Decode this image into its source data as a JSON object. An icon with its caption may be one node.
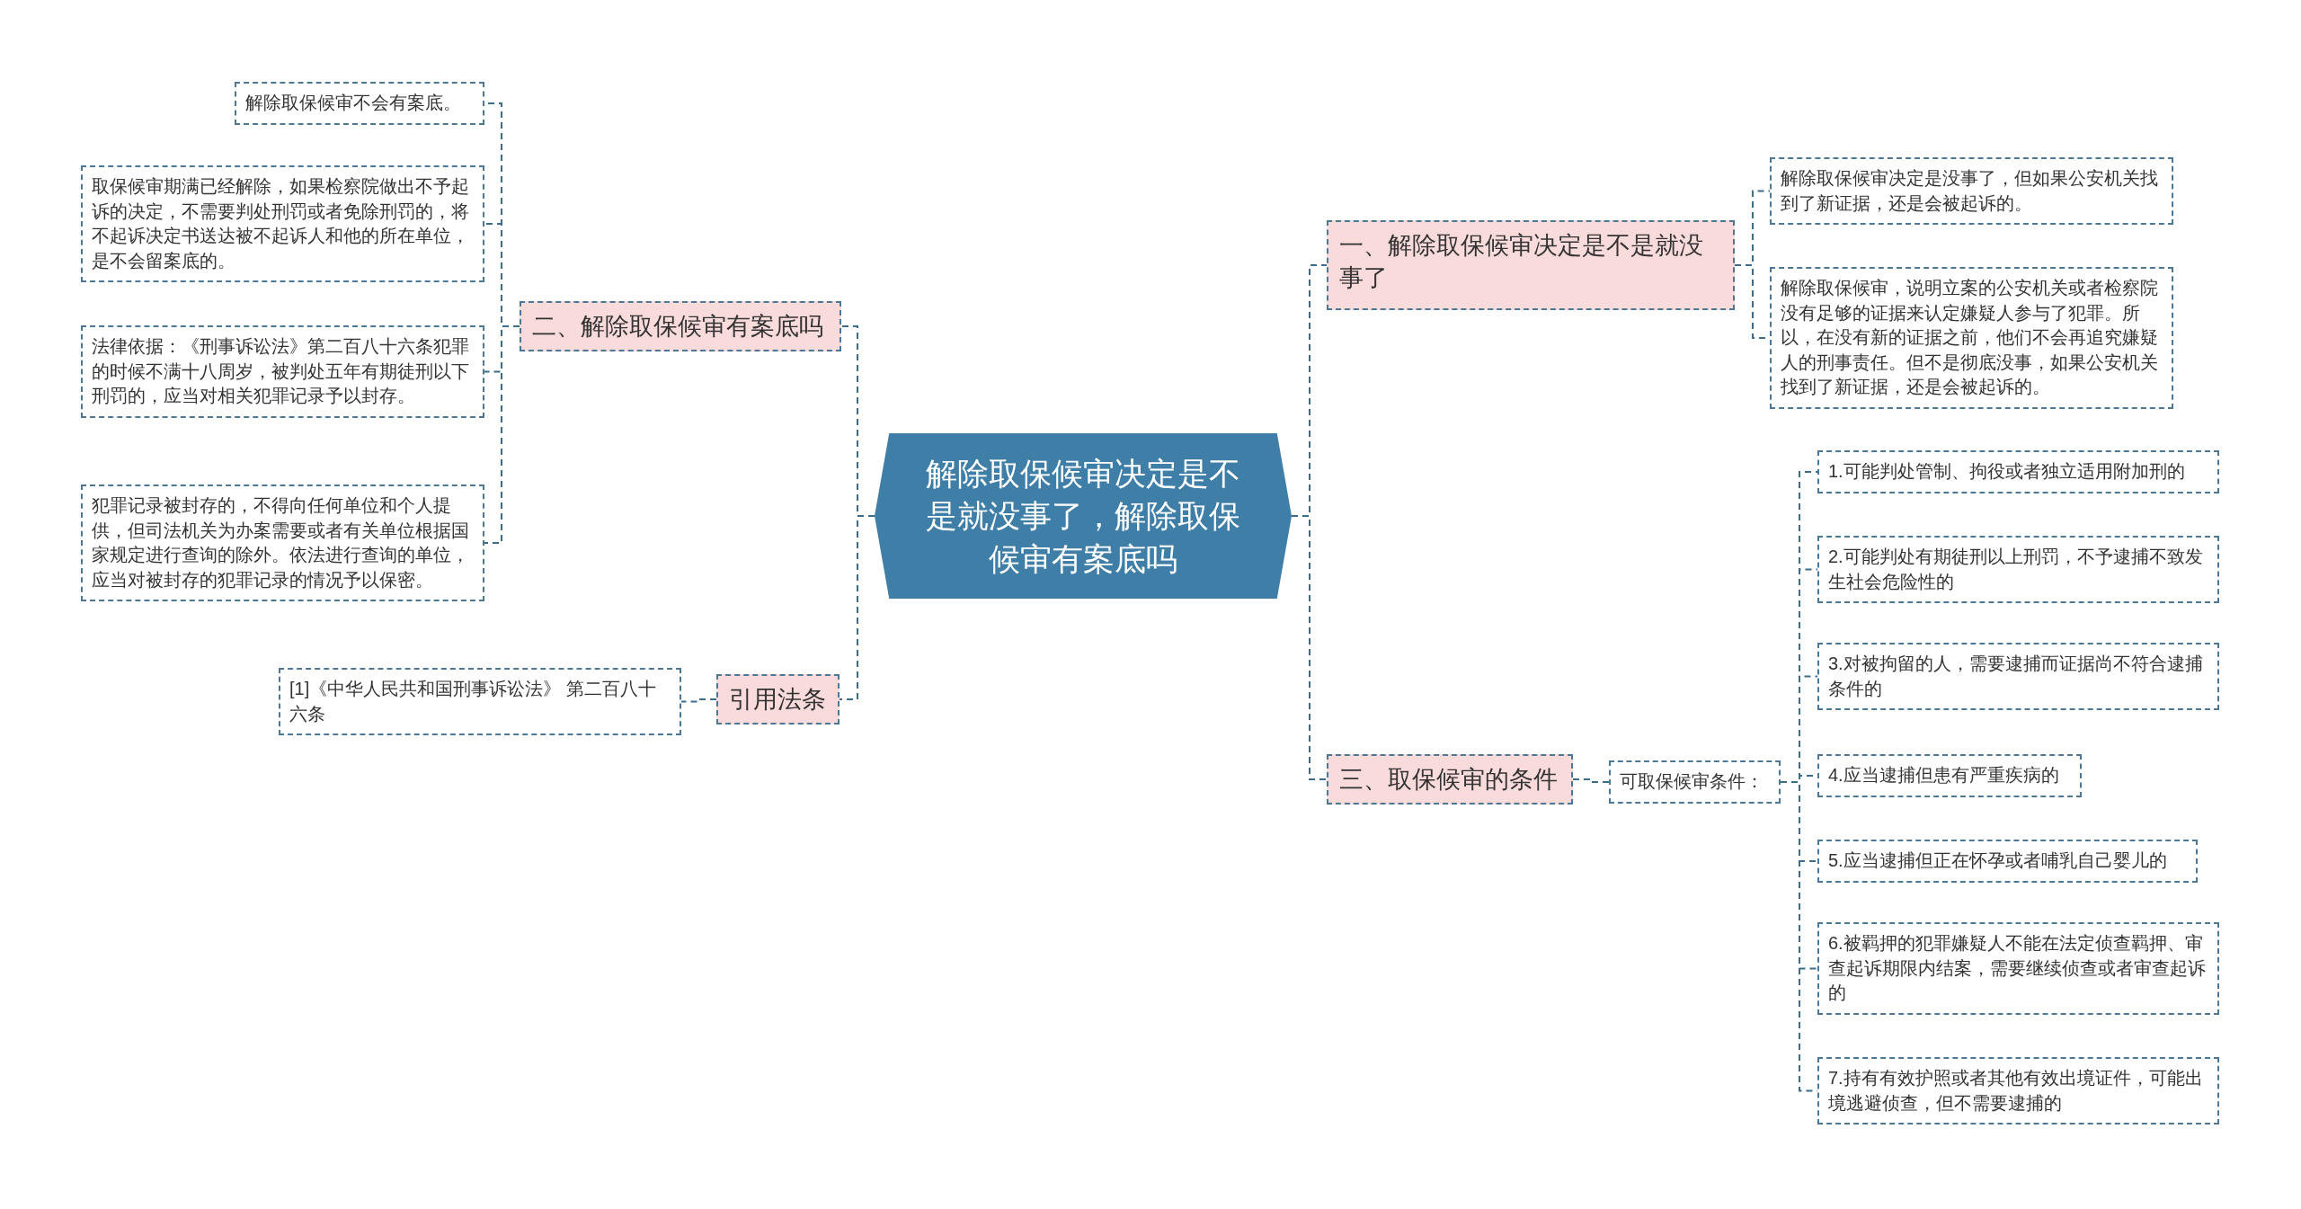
{
  "diagram": {
    "nodes": [
      {
        "text": [
          "解除取保候审决定是不是就没事了，解除取保候审有案底吗"
        ]
      },
      {
        "text": [
          "一、解除取保候审决定是不是就没事了"
        ]
      },
      {
        "text": [
          "解除取保候审决定是没事了，但如果公安机关找到了新证据，还是会被起诉的。"
        ]
      },
      {
        "text": [
          "解除取保候审，说明立案的公安机关或者检察院没有足够的证据来认定嫌疑人参与了犯罪。所以，在没有新的证据之前，他们不会再追究嫌疑人的刑事责任。但不是彻底没事，如果公安机关找到了新证据，还是会被起诉的。"
        ]
      },
      {
        "text": [
          "二、解除取保候审有案底吗"
        ]
      },
      {
        "text": [
          "解除取保候审不会有案底。"
        ]
      },
      {
        "text": [
          "取保候审期满已经解除，如果检察院做出不予起诉的决定，不需要判处刑罚或者免除刑罚的，将不起诉决定书送达被不起诉人和他的所在单位，是不会留案底的。"
        ]
      },
      {
        "text": [
          "法律依据：《刑事诉讼法》第二百八十六条犯罪的时候不满十八周岁，被判处五年有期徒刑以下刑罚的，应当对相关犯罪记录予以封存。"
        ]
      },
      {
        "text": [
          "犯罪记录被封存的，不得向任何单位和个人提供，但司法机关为办案需要或者有关单位根据国家规定进行查询的除外。依法进行查询的单位，应当对被封存的犯罪记录的情况予以保密。"
        ]
      },
      {
        "text": [
          "引用法条"
        ]
      },
      {
        "text": [
          "[1]《中华人民共和国刑事诉讼法》 第二百八十六条"
        ]
      },
      {
        "text": [
          "三、取保候审的条件"
        ]
      },
      {
        "text": [
          "可取保候审条件："
        ]
      },
      {
        "text": [
          "1.可能判处管制、拘役或者独立适用附加刑的"
        ]
      },
      {
        "text": [
          "2.可能判处有期徒刑以上刑罚，不予逮捕不致发生社会危险性的"
        ]
      },
      {
        "text": [
          "3.对被拘留的人，需要逮捕而证据尚不符合逮捕条件的"
        ]
      },
      {
        "text": [
          "4.应当逮捕但患有严重疾病的"
        ]
      },
      {
        "text": [
          "5.应当逮捕但正在怀孕或者哺乳自己婴儿的"
        ]
      },
      {
        "text": [
          "6.被羁押的犯罪嫌疑人不能在法定侦查羁押、审查起诉期限内结案，需要继续侦查或者审查起诉的"
        ]
      },
      {
        "text": [
          "7.持有有效护照或者其他有效出境证件，可能出境逃避侦查，但不需要逮捕的"
        ]
      }
    ],
    "edges": [
      {
        "from": 0,
        "to": 1,
        "arrow": "none"
      },
      {
        "from": 1,
        "to": 2,
        "arrow": "none"
      },
      {
        "from": 1,
        "to": 3,
        "arrow": "none"
      },
      {
        "from": 0,
        "to": 4,
        "arrow": "none"
      },
      {
        "from": 4,
        "to": 5,
        "arrow": "none"
      },
      {
        "from": 4,
        "to": 6,
        "arrow": "none"
      },
      {
        "from": 4,
        "to": 7,
        "arrow": "none"
      },
      {
        "from": 4,
        "to": 8,
        "arrow": "none"
      },
      {
        "from": 0,
        "to": 9,
        "arrow": "none"
      },
      {
        "from": 9,
        "to": 10,
        "arrow": "none"
      },
      {
        "from": 0,
        "to": 11,
        "arrow": "none"
      },
      {
        "from": 11,
        "to": 12,
        "arrow": "none"
      },
      {
        "from": 12,
        "to": 13,
        "arrow": "none"
      },
      {
        "from": 12,
        "to": 14,
        "arrow": "none"
      },
      {
        "from": 12,
        "to": 15,
        "arrow": "none"
      },
      {
        "from": 12,
        "to": 16,
        "arrow": "none"
      },
      {
        "from": 12,
        "to": 17,
        "arrow": "none"
      },
      {
        "from": 12,
        "to": 18,
        "arrow": "none"
      },
      {
        "from": 12,
        "to": 19,
        "arrow": "none"
      }
    ]
  }
}
